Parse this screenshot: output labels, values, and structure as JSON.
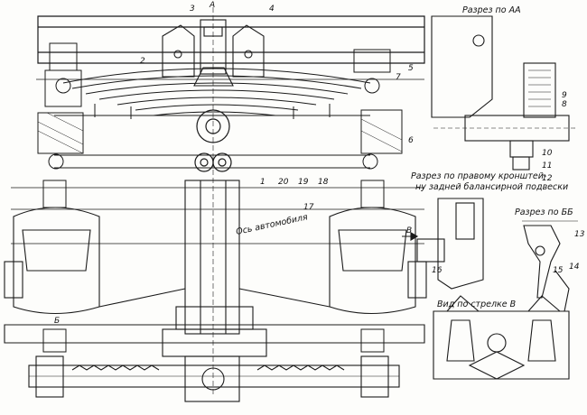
{
  "captions": {
    "section_aa": "Разрез по АА",
    "section_right_line1": "Разрез по правому кронштей-",
    "section_right_line2": "ну задней балансирной подвески",
    "section_bb": "Разрез по ББ",
    "view_b": "Вид по стрелке В",
    "axis": "Ось автомобиля"
  },
  "markers": {
    "a_top": "А",
    "b_left": "Б",
    "v_arrow": "В"
  },
  "callouts": [
    "1",
    "2",
    "3",
    "4",
    "5",
    "6",
    "7",
    "8",
    "9",
    "10",
    "11",
    "12",
    "13",
    "14",
    "15",
    "16",
    "17",
    "18",
    "19",
    "20"
  ],
  "colors": {
    "ink": "#1a1a1a",
    "paper": "#fdfdfb"
  }
}
